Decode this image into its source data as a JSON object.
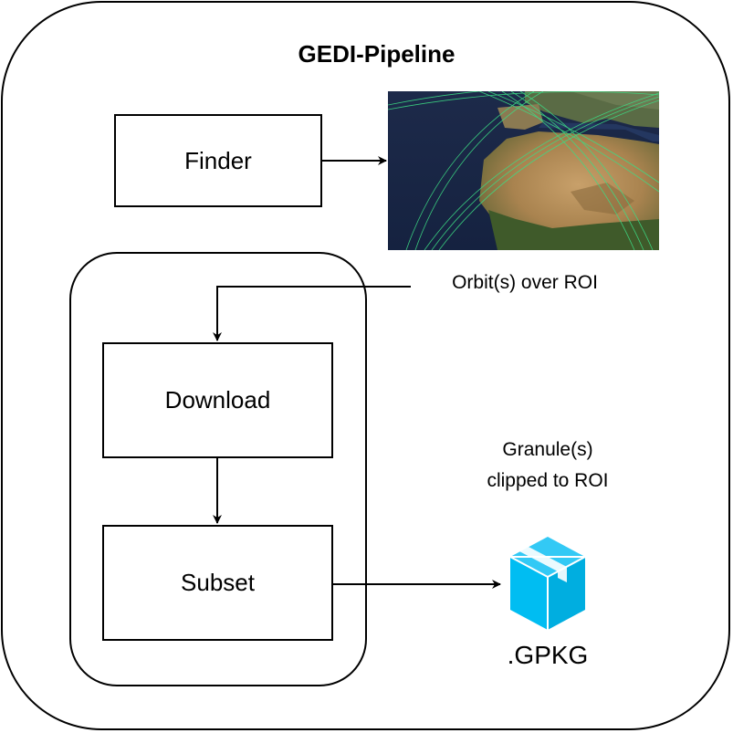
{
  "diagram": {
    "title": "GEDI-Pipeline",
    "nodes": {
      "finder": "Finder",
      "download": "Download",
      "subset": "Subset"
    },
    "labels": {
      "orbits": "Orbit(s) over ROI",
      "granules": "Granule(s) clipped to ROI",
      "gpkg": ".GPKG"
    },
    "icons": {
      "map": "satellite-map-icon",
      "package": "package-box-icon"
    },
    "colors": {
      "package": "#00BDF2",
      "orbit_tracks": "#3DDC84"
    }
  }
}
